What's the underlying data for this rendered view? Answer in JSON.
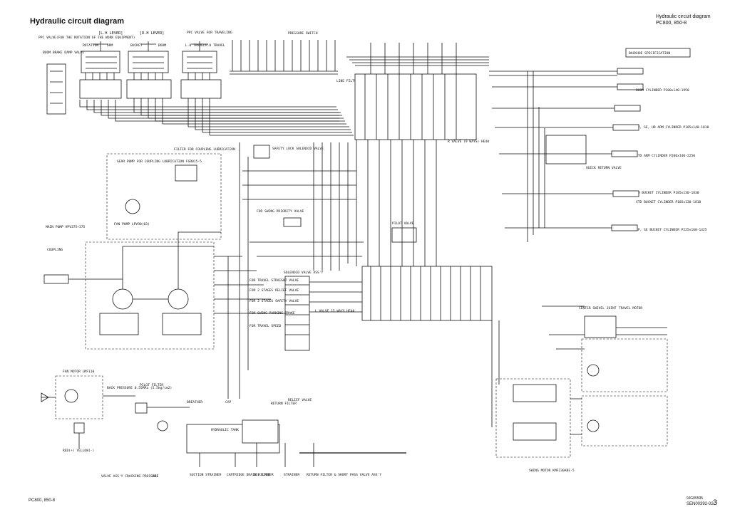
{
  "header": {
    "title": "Hydraulic circuit diagram",
    "right_line1": "Hydraulic circuit diagram",
    "right_line2": "PC800, 850-8"
  },
  "footer": {
    "model": "PC800, 850-8",
    "code1": "9JG05595",
    "code2": "SEN00392-02",
    "page": "3"
  },
  "labels": {
    "lh_lever": "[L.H LEVER]",
    "rh_lever": "[R.H LEVER]",
    "ppc_travel": "PPC VALVE FOR TRAVELING",
    "ppc_work": "PPC VALVE(FOR THE ROTATION OF THE WORK EQUIPMENT)",
    "rotation": "ROTATION",
    "arm": "ARM",
    "bucket": "BUCKET",
    "boom": "BOOM",
    "lh_travel": "L.H TRAVEL",
    "rh_travel": "R.H TRAVEL",
    "pressure_switch": "PRESSURE SWITCH",
    "boom_brake": "BOOM BRAKE DAMP VALVE",
    "filter_coupling": "FILTER FOR COUPLING LUBRICATION",
    "safety_lock": "SAFETY LOCK SOLENOID VALVE",
    "gear_pump": "GEAR PUMP FOR COUPLING LUBRICATION FGR015-5",
    "fan_pump": "FAN PUMP LPV90(03)",
    "main_pump": "MAIN PUMP HPV375+375",
    "coupling": "COUPLING",
    "fan_motor": "FAN MOTOR LMF110",
    "back_pressure": "BACK PRESSURE 0.55MPa (5.5kg/cm2)",
    "pilot_filter": "PILOT FILTER",
    "line_filter": "LINE FILTER",
    "l_valve": "L VALVE 15 WAYS HE40",
    "r_valve": "R VALVE (9 WAYS) HE40",
    "backhoe_spec": "BACKHOE SPECIFICATION",
    "boom_cyl": "BOOM CYLINDER P200x140-1950",
    "sp_arm_cyl": "SP, SE, HD ARM CYLINDER P185x140-1810",
    "std_arm_cyl": "STD ARM CYLINDER P200x140-2250",
    "quick_return": "QUICK RETURN VALVE",
    "hd_bucket": "HD BUCKET CYLINDER P185x130-1830",
    "std_bucket": "STD BUCKET CYLINDER P185x130-1810",
    "sp_bucket": "SP, SE BUCKET CYLINDER P225x160-1425",
    "swing_priority": "FOR SWING PRIORITY VALVE",
    "pilot_valve": "PILOT VALVE",
    "solenoid_assy": "SOLENOID VALVE ASS'Y",
    "travel_straight": "FOR TRAVEL STRAIGHT VALVE",
    "two_stage_relief": "FOR 2 STAGES RELIEF VALVE",
    "two_stage_safety": "FOR 2 STAGES SAFETY VALVE",
    "swing_brake": "FOR SWING PARKING BRAKE",
    "travel_speed": "FOR TRAVEL SPEED",
    "center_swivel": "CENTER SWIVEL JOINT",
    "travel_motor": "TRAVEL MOTOR",
    "swing_motor": "SWING MOTOR KMF230ABE-5",
    "hydraulic_tank": "HYDRAULIC TANK",
    "return_filter": "RETURN FILTER",
    "relief_valve": "RELIEF VALVE",
    "oil_cooler": "OIL COOLER",
    "strainer": "STRAINER",
    "suction_strainer": "SUCTION STRAINER",
    "acc": "ACC",
    "breather": "BREATHER",
    "cap": "CAP",
    "cartridge_filter": "CARTRIDGE DRAIN FILTER",
    "valve_cracking": "VALVE ASS'Y CRACKING PRESSURE",
    "return_bypass": "RETURN FILTER & SHORT PASS VALVE ASS'Y",
    "red_yellow": "RED(+)  YELLOW(-)"
  }
}
